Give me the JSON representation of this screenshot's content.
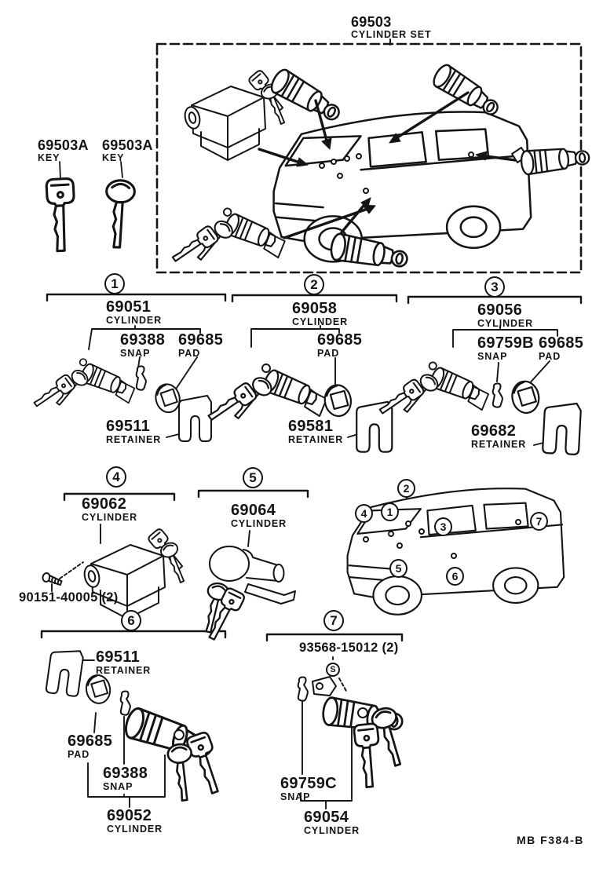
{
  "title": {
    "part": "69503",
    "desc": "CYLINDER SET"
  },
  "keys": {
    "left": {
      "part": "69503A",
      "desc": "KEY"
    },
    "right": {
      "part": "69503A",
      "desc": "KEY"
    }
  },
  "s1": {
    "num": "1",
    "cylinder_part": "69051",
    "cylinder_desc": "CYLINDER",
    "snap_part": "69388",
    "snap_desc": "SNAP",
    "pad_part": "69685",
    "pad_desc": "PAD",
    "retainer_part": "69511",
    "retainer_desc": "RETAINER"
  },
  "s2": {
    "num": "2",
    "cylinder_part": "69058",
    "cylinder_desc": "CYLINDER",
    "pad_part": "69685",
    "pad_desc": "PAD",
    "retainer_part": "69581",
    "retainer_desc": "RETAINER"
  },
  "s3": {
    "num": "3",
    "cylinder_part": "69056",
    "cylinder_desc": "CYLINDER",
    "snap_part": "69759B",
    "snap_desc": "SNAP",
    "pad_part": "69685",
    "pad_desc": "PAD",
    "retainer_part": "69682",
    "retainer_desc": "RETAINER"
  },
  "s4": {
    "num": "4",
    "cylinder_part": "69062",
    "cylinder_desc": "CYLINDER",
    "screw_part": "90151-40005 (2)"
  },
  "s5": {
    "num": "5",
    "cylinder_part": "69064",
    "cylinder_desc": "CYLINDER"
  },
  "s6": {
    "num": "6",
    "retainer_part": "69511",
    "retainer_desc": "RETAINER",
    "pad_part": "69685",
    "pad_desc": "PAD",
    "snap_part": "69388",
    "snap_desc": "SNAP",
    "cylinder_part": "69052",
    "cylinder_desc": "CYLINDER"
  },
  "s7": {
    "num": "7",
    "screw_part": "93568-15012 (2)",
    "screw_symbol": "S",
    "snap_part": "69759C",
    "snap_desc": "SNAP",
    "cylinder_part": "69054",
    "cylinder_desc": "CYLINDER"
  },
  "van_callouts": {
    "c1": "1",
    "c2": "2",
    "c3": "3",
    "c4": "4",
    "c5": "5",
    "c6": "6",
    "c7": "7"
  },
  "footer": "MB  F384-B",
  "colors": {
    "ink": "#141414",
    "paper": "#ffffff"
  }
}
